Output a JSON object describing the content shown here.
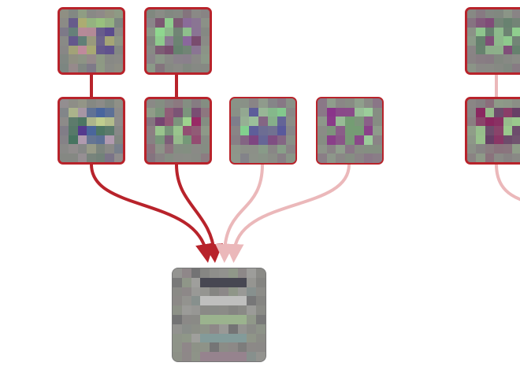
{
  "colors": {
    "strong_link": "#b8232b",
    "weak_link": "#ebb8ba",
    "tile_base": "#8a8a86"
  },
  "nodes": [
    {
      "id": "top-1",
      "palette": [
        "#9fe07a",
        "#4a3590",
        "#c88aa0",
        "#b0b070",
        "#4f7a70"
      ]
    },
    {
      "id": "top-2",
      "palette": [
        "#90e090",
        "#702a60",
        "#8a60a0",
        "#60806a"
      ]
    },
    {
      "id": "top-3",
      "palette": [
        "#90e090",
        "#7a2a70",
        "#60806a"
      ]
    },
    {
      "id": "mid-1",
      "palette": [
        "#4a2a90",
        "#4060a0",
        "#2a6a50",
        "#d0e090",
        "#c0a0c0"
      ]
    },
    {
      "id": "mid-2",
      "palette": [
        "#9a1a60",
        "#a0e090",
        "#70306a",
        "#6aa070"
      ]
    },
    {
      "id": "mid-3",
      "palette": [
        "#80e090",
        "#7a3080",
        "#5050a0",
        "#a0d0a0"
      ]
    },
    {
      "id": "mid-4",
      "palette": [
        "#8a2a8a",
        "#a0e0a0",
        "#70a070"
      ]
    },
    {
      "id": "mid-5",
      "palette": [
        "#8a1a5a",
        "#a0e090",
        "#603060"
      ]
    },
    {
      "id": "output",
      "palette": [
        "#303040",
        "#d0d0d0",
        "#a0c090",
        "#80a0a0",
        "#9a8090"
      ]
    }
  ]
}
